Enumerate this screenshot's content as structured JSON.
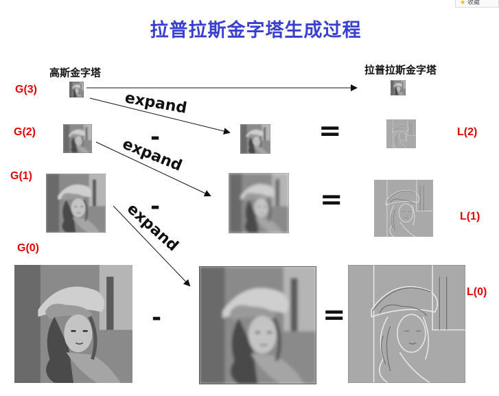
{
  "header": {
    "title": "拉普拉斯金字塔生成过程",
    "badge_text": "收藏"
  },
  "columns": {
    "gaussian": "高斯金字塔",
    "laplacian": "拉普拉斯金字塔"
  },
  "labels": {
    "g3": "G(3)",
    "g2": "G(2)",
    "g1": "G(1)",
    "g0": "G(0)",
    "l2": "L(2)",
    "l1": "L(1)",
    "l0": "L(0)"
  },
  "operators": {
    "minus": "-",
    "equals": "=",
    "expand": "expand"
  },
  "colors": {
    "title": "#3b3fd0",
    "level_label": "#e00000"
  }
}
